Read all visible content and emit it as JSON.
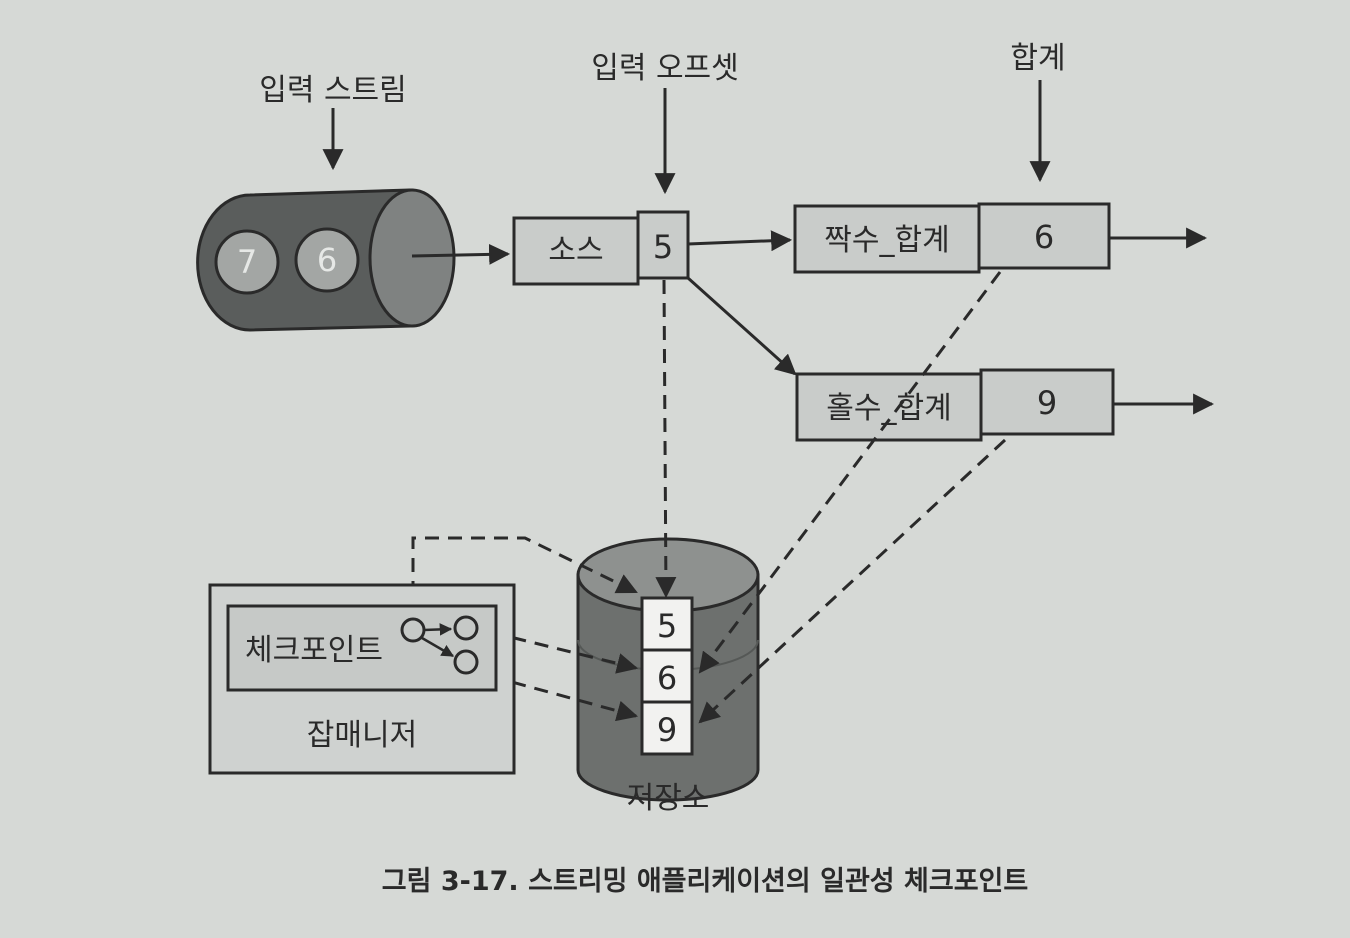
{
  "labels": {
    "input_stream": "입력 스트림",
    "input_offset": "입력 오프셋",
    "sum": "합계",
    "store": "저장소"
  },
  "stream": {
    "records": [
      "7",
      "6"
    ]
  },
  "source": {
    "label": "소스",
    "offset": "5"
  },
  "even_sum": {
    "label": "짝수_합계",
    "value": "6"
  },
  "odd_sum": {
    "label": "홀수_합계",
    "value": "9"
  },
  "store_values": [
    "5",
    "6",
    "9"
  ],
  "job_manager": {
    "label": "잡매니저",
    "checkpoint_label": "체크포인트"
  },
  "caption": "그림 3-17. 스트리밍 애플리케이션의 일관성 체크포인트",
  "colors": {
    "background": "#d6d9d6",
    "box_fill": "#c9ccca",
    "stream_fill": "#5a5d5c",
    "store_top": "#8e918f",
    "store_body": "#6d706e",
    "ink": "#2a2a2a"
  }
}
